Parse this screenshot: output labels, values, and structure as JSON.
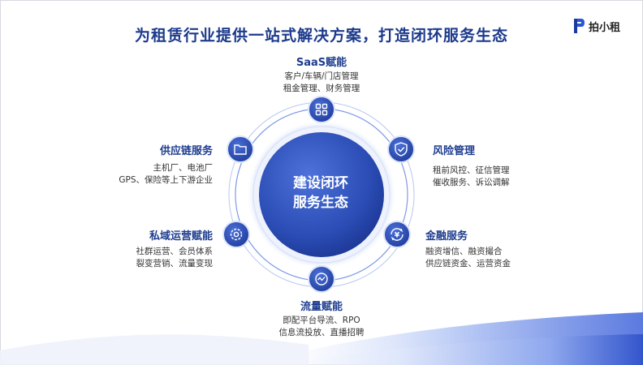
{
  "title": "为租赁行业提供一站式解决方案，打造闭环服务生态",
  "logo": {
    "text": "拍小租",
    "icon": "p-logo-icon"
  },
  "center": {
    "line1": "建设闭环",
    "line2": "服务生态"
  },
  "nodes": {
    "saas": {
      "title": "SaaS赋能",
      "line1": "客户/车辆/门店管理",
      "line2": "租金管理、财务管理",
      "icon": "grid-icon"
    },
    "risk": {
      "title": "风险管理",
      "line1": "租前风控、征信管理",
      "line2": "催收服务、诉讼调解",
      "icon": "shield-check-icon"
    },
    "finance": {
      "title": "金融服务",
      "line1": "融资增信、融资撮合",
      "line2": "供应链资金、运营资金",
      "icon": "yen-cycle-icon"
    },
    "traffic": {
      "title": "流量赋能",
      "line1": "即配平台导流、RPO",
      "line2": "信息流投放、直播招聘",
      "icon": "pulse-icon"
    },
    "private": {
      "title": "私域运营赋能",
      "line1": "社群运营、会员体系",
      "line2": "裂变营销、流量变现",
      "icon": "gear-icon"
    },
    "supply": {
      "title": "供应链服务",
      "line1": "主机厂、电池厂",
      "line2": "GPS、保险等上下游企业",
      "icon": "folder-icon"
    }
  },
  "colors": {
    "title": "#1c3a8c",
    "node_title": "#1e3d8f",
    "circle_dark": "#1f3f9e",
    "circle_light": "#4a6fd6",
    "ring": "#6c8ce0"
  }
}
